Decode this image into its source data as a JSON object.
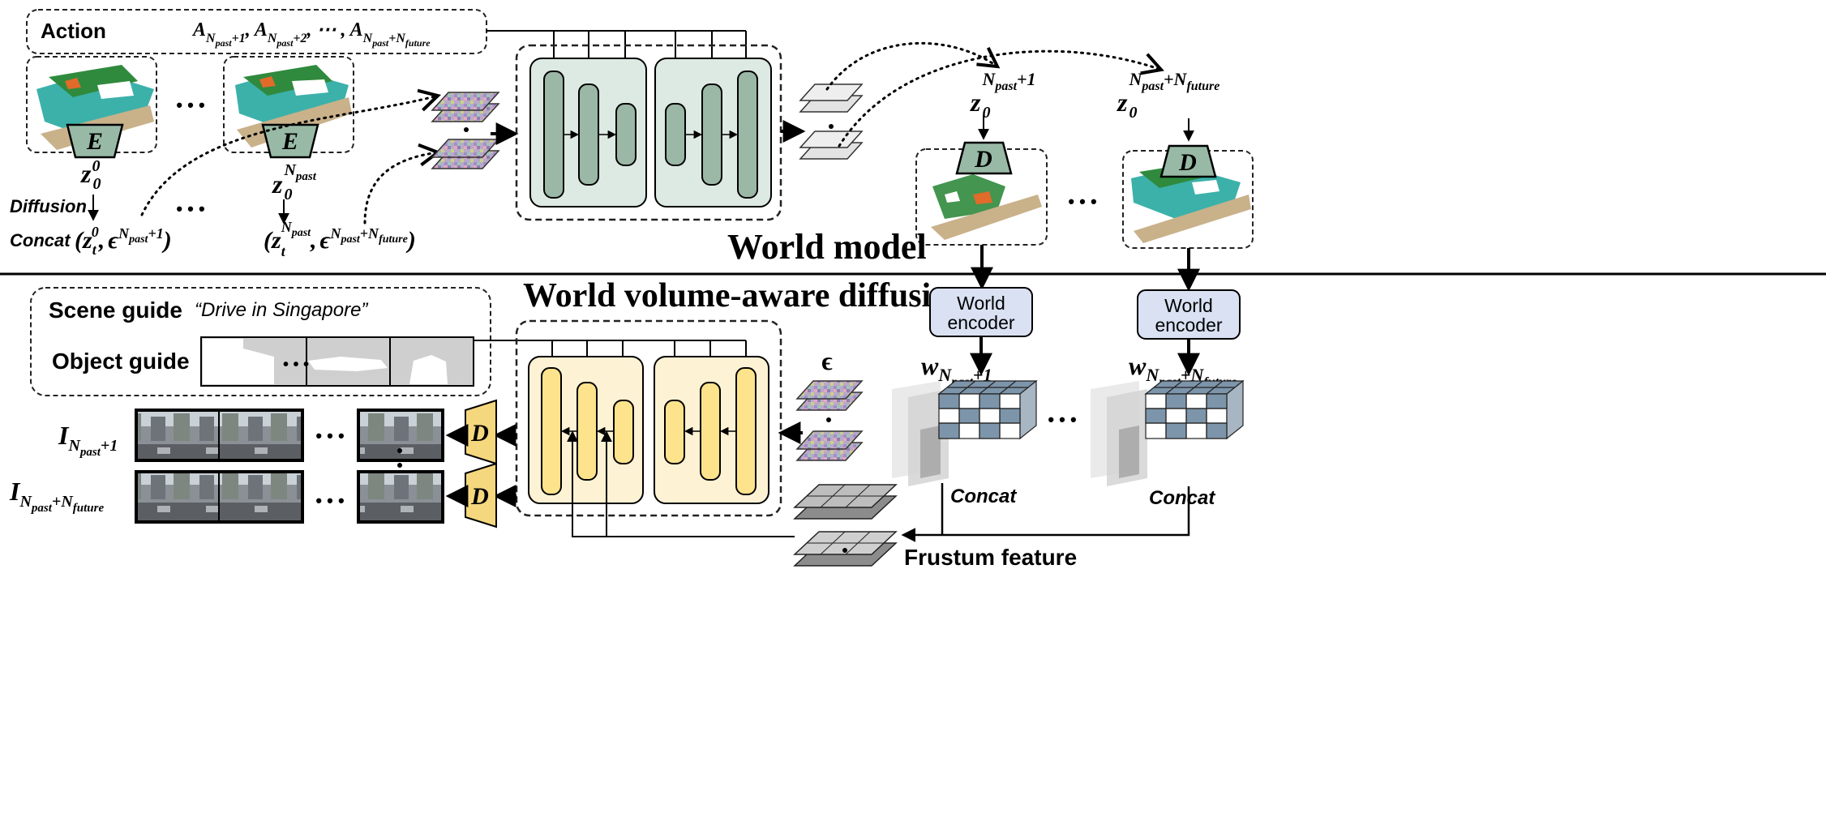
{
  "action": {
    "label": "Action",
    "sequence": {
      "base": "A",
      "sub1": "N",
      "sub1a": "past",
      "sub1b": "+1",
      "sub2b": "+2",
      "dots": "⋯",
      "sub3b": "+N",
      "sub3c": "future"
    }
  },
  "encoder_letter": "E",
  "decoder_letter": "D",
  "world_encoder_label": [
    "World",
    "encoder"
  ],
  "labels": {
    "diffusion": "Diffusion",
    "concat": "Concat",
    "world_model": "World model",
    "world_volume_aware_diffusion": "World volume-aware diffusion",
    "scene_guide": "Scene guide",
    "scene_guide_text": "“Drive in Singapore”",
    "object_guide": "Object guide",
    "frustum_feature": "Frustum feature",
    "epsilon": "ϵ",
    "ellipsis": "• • •"
  },
  "math": {
    "z": "z",
    "zero": "0",
    "t": "t",
    "eps": "ϵ",
    "N": "N",
    "past": "past",
    "future": "future",
    "plus1": "+1",
    "plusN": "+N",
    "I": "I",
    "w": "w",
    "lparen": "(",
    "rparen": ")",
    "comma": ","
  },
  "colors": {
    "green_fill": "#dde9e3",
    "green_block": "#9bb7a6",
    "yellow_fill": "#fdf2d4",
    "yellow_block": "#fde38c",
    "encoder_fill": "#98b9a6",
    "decoder_yellow": "#f5d77e",
    "world_encoder_fill": "#d9e1f3",
    "voxel_dark": "#7d95aa"
  }
}
